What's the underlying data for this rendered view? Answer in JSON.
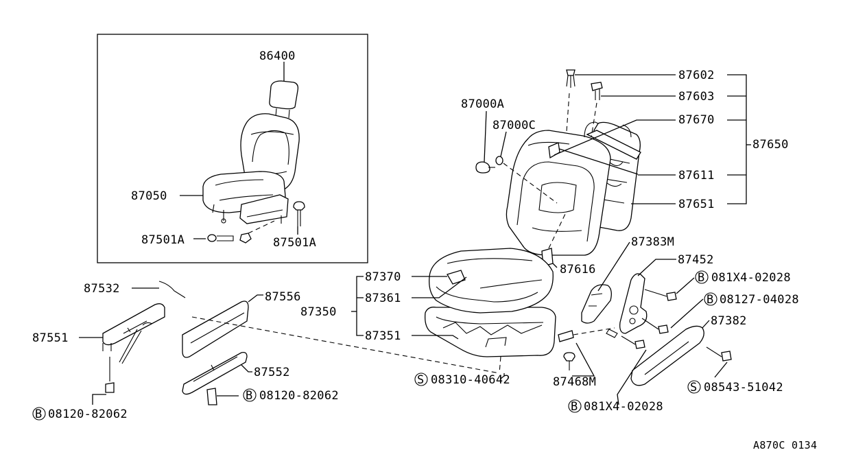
{
  "diagram": {
    "inset_labels": {
      "headrest": "86400",
      "seat_assembly": "87050",
      "bolt_left": "87501A",
      "bolt_right": "87501A"
    },
    "labels": {
      "p87602": "87602",
      "p87603": "87603",
      "p87670": "87670",
      "p87650": "87650",
      "p87611": "87611",
      "p87651": "87651",
      "p87000a": "87000A",
      "p87000c": "87000C",
      "p87616": "87616",
      "p87383m": "87383M",
      "p87452": "87452",
      "p87370": "87370",
      "p87361": "87361",
      "p87350": "87350",
      "p87351": "87351",
      "p87532": "87532",
      "p87556": "87556",
      "p87551": "87551",
      "p87552": "87552",
      "p87382": "87382",
      "p87468m": "87468M"
    },
    "fasteners": {
      "b_081x4_upper": {
        "prefix": "B",
        "code": "081X4-02028"
      },
      "b_08127": {
        "prefix": "B",
        "code": "08127-04028"
      },
      "s_08310": {
        "prefix": "S",
        "code": "08310-40642"
      },
      "s_08543": {
        "prefix": "S",
        "code": "08543-51042"
      },
      "b_081x4_lower": {
        "prefix": "B",
        "code": "081X4-02028"
      },
      "b_08120_left": {
        "prefix": "B",
        "code": "08120-82062"
      },
      "b_08120_mid": {
        "prefix": "B",
        "code": "08120-82062"
      }
    },
    "reference_code": "A870C 0134"
  }
}
